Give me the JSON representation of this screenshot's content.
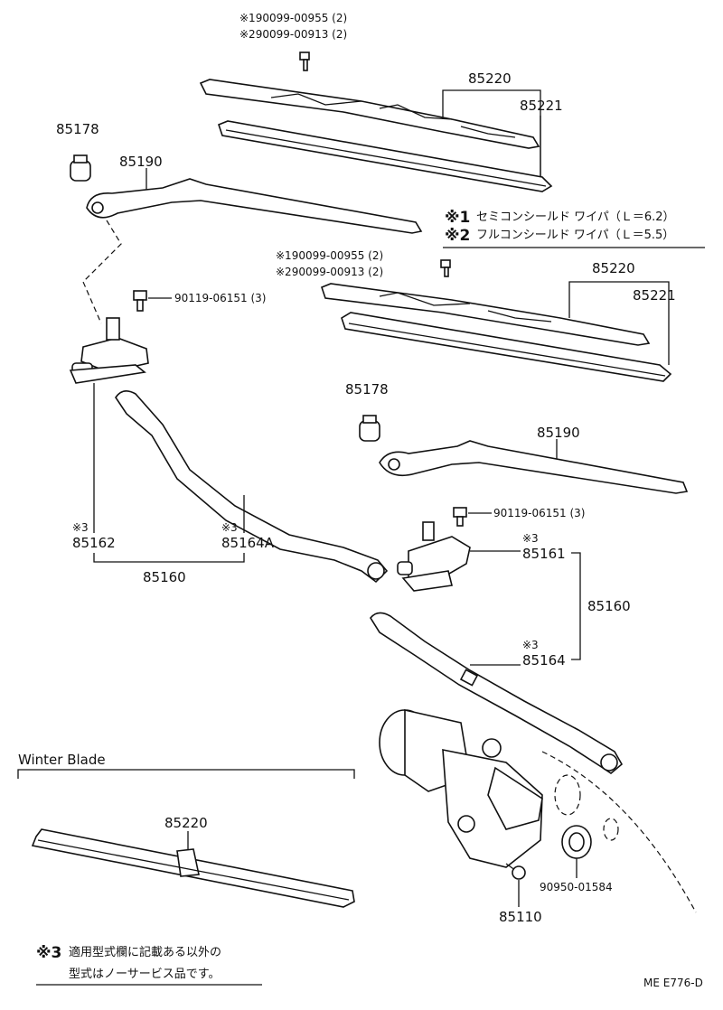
{
  "notes": {
    "top_bolt_1": "※190099-00955 (2)",
    "top_bolt_2": "※290099-00913 (2)",
    "mid_bolt_1": "※190099-00955 (2)",
    "mid_bolt_2": "※290099-00913 (2)",
    "legend_1_mark": "※1",
    "legend_1_text": "セミコンシールド ワイパ（Ｌ＝6.2）",
    "legend_2_mark": "※2",
    "legend_2_text": "フルコンシールド ワイパ（Ｌ＝5.5）",
    "footnote_mark": "※3",
    "footnote_line1": "適用型式欄に記載ある以外の",
    "footnote_line2": "型式はノーサービス品です。",
    "star3": "※3",
    "drawing_code": "ME E776-D"
  },
  "parts": {
    "p85220_top": "85220",
    "p85221_top": "85221",
    "p85178_top": "85178",
    "p85190_top": "85190",
    "p90119_left": "90119-06151 (3)",
    "p85220_mid": "85220",
    "p85221_mid": "85221",
    "p85178_mid": "85178",
    "p85190_mid": "85190",
    "p90119_right": "90119-06151 (3)",
    "p85162": "85162",
    "p85164A": "85164A",
    "p85160_left": "85160",
    "p85161": "85161",
    "p85160_right": "85160",
    "p85164": "85164",
    "winter_blade": "Winter Blade",
    "p85220_winter": "85220",
    "p90950": "90950-01584",
    "p85110": "85110"
  }
}
